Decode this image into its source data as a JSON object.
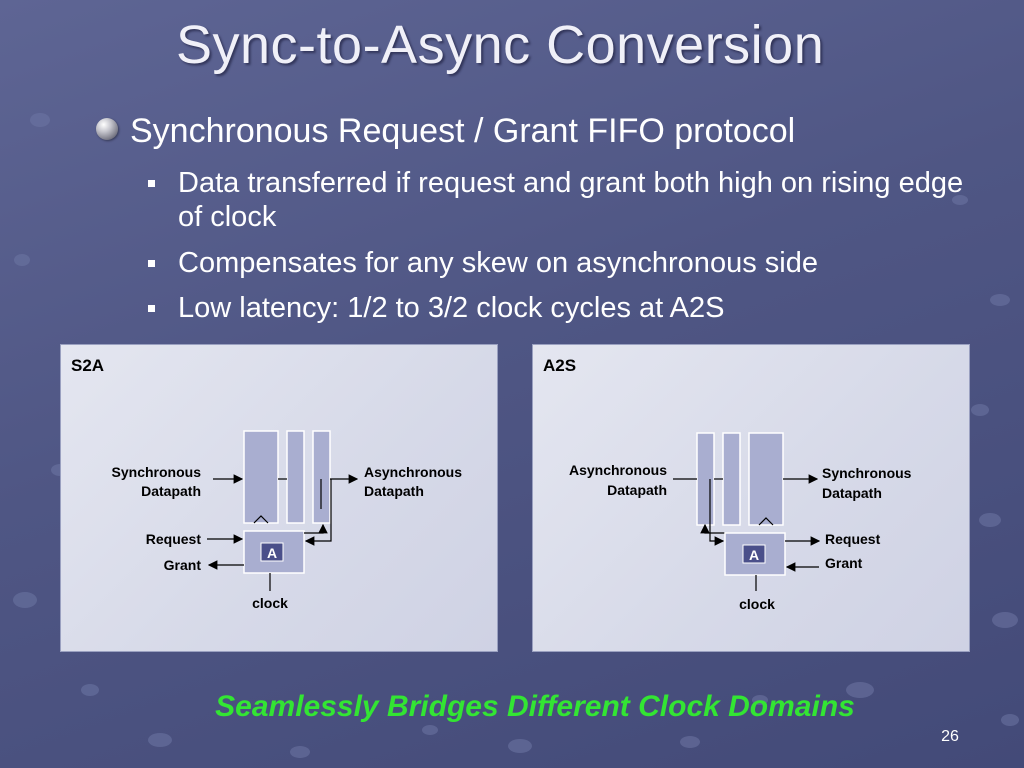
{
  "title": "Sync-to-Async Conversion",
  "bullet": "Synchronous Request / Grant FIFO protocol",
  "sub_bullets": [
    "Data transferred if request and grant both high on rising edge of clock",
    "Compensates for any skew on asynchronous side",
    "Low latency: 1/2 to 3/2 clock cycles at A2S"
  ],
  "diagrams": {
    "s2a": {
      "label": "S2A",
      "left_label_line1": "Synchronous",
      "left_label_line2": "Datapath",
      "right_label_line1": "Asynchronous",
      "right_label_line2": "Datapath",
      "request": "Request",
      "grant": "Grant",
      "clock": "clock",
      "block": "A"
    },
    "a2s": {
      "label": "A2S",
      "left_label_line1": "Asynchronous",
      "left_label_line2": "Datapath",
      "right_label_line1": "Synchronous",
      "right_label_line2": "Datapath",
      "request": "Request",
      "grant": "Grant",
      "clock": "clock",
      "block": "A"
    }
  },
  "tagline": "Seamlessly Bridges Different Clock Domains",
  "page_number": "26",
  "colors": {
    "background": "#4f5684",
    "tagline": "#33e533",
    "register_fill": "#a9aed0",
    "block_fill": "#4a4f8a"
  }
}
